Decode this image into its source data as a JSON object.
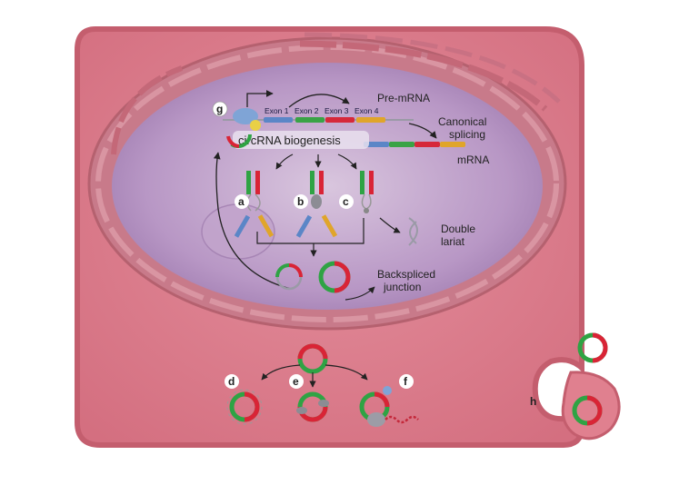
{
  "labels": {
    "pre_mrna": "Pre-mRNA",
    "canonical_splicing": "Canonical\nsplicing",
    "mrna": "mRNA",
    "circrna_biogenesis": "circRNA biogenesis",
    "double_lariat": "Double\nlariat",
    "backspliced_junction": "Backspliced\njunction"
  },
  "exons": [
    "Exon 1",
    "Exon 2",
    "Exon 3",
    "Exon 4"
  ],
  "pathway_letters": [
    "a",
    "b",
    "c",
    "d",
    "e",
    "f",
    "g",
    "h"
  ],
  "colors": {
    "cell": "#e0808f",
    "cell_border": "#c45e6e",
    "nucleus": "#b99ac6",
    "envelope": "#c47283",
    "exon1": "#5b86c7",
    "exon2": "#3aa346",
    "exon3": "#d6283a",
    "exon4": "#e0a52a",
    "circ_green": "#2fa344",
    "circ_red": "#d92436"
  }
}
